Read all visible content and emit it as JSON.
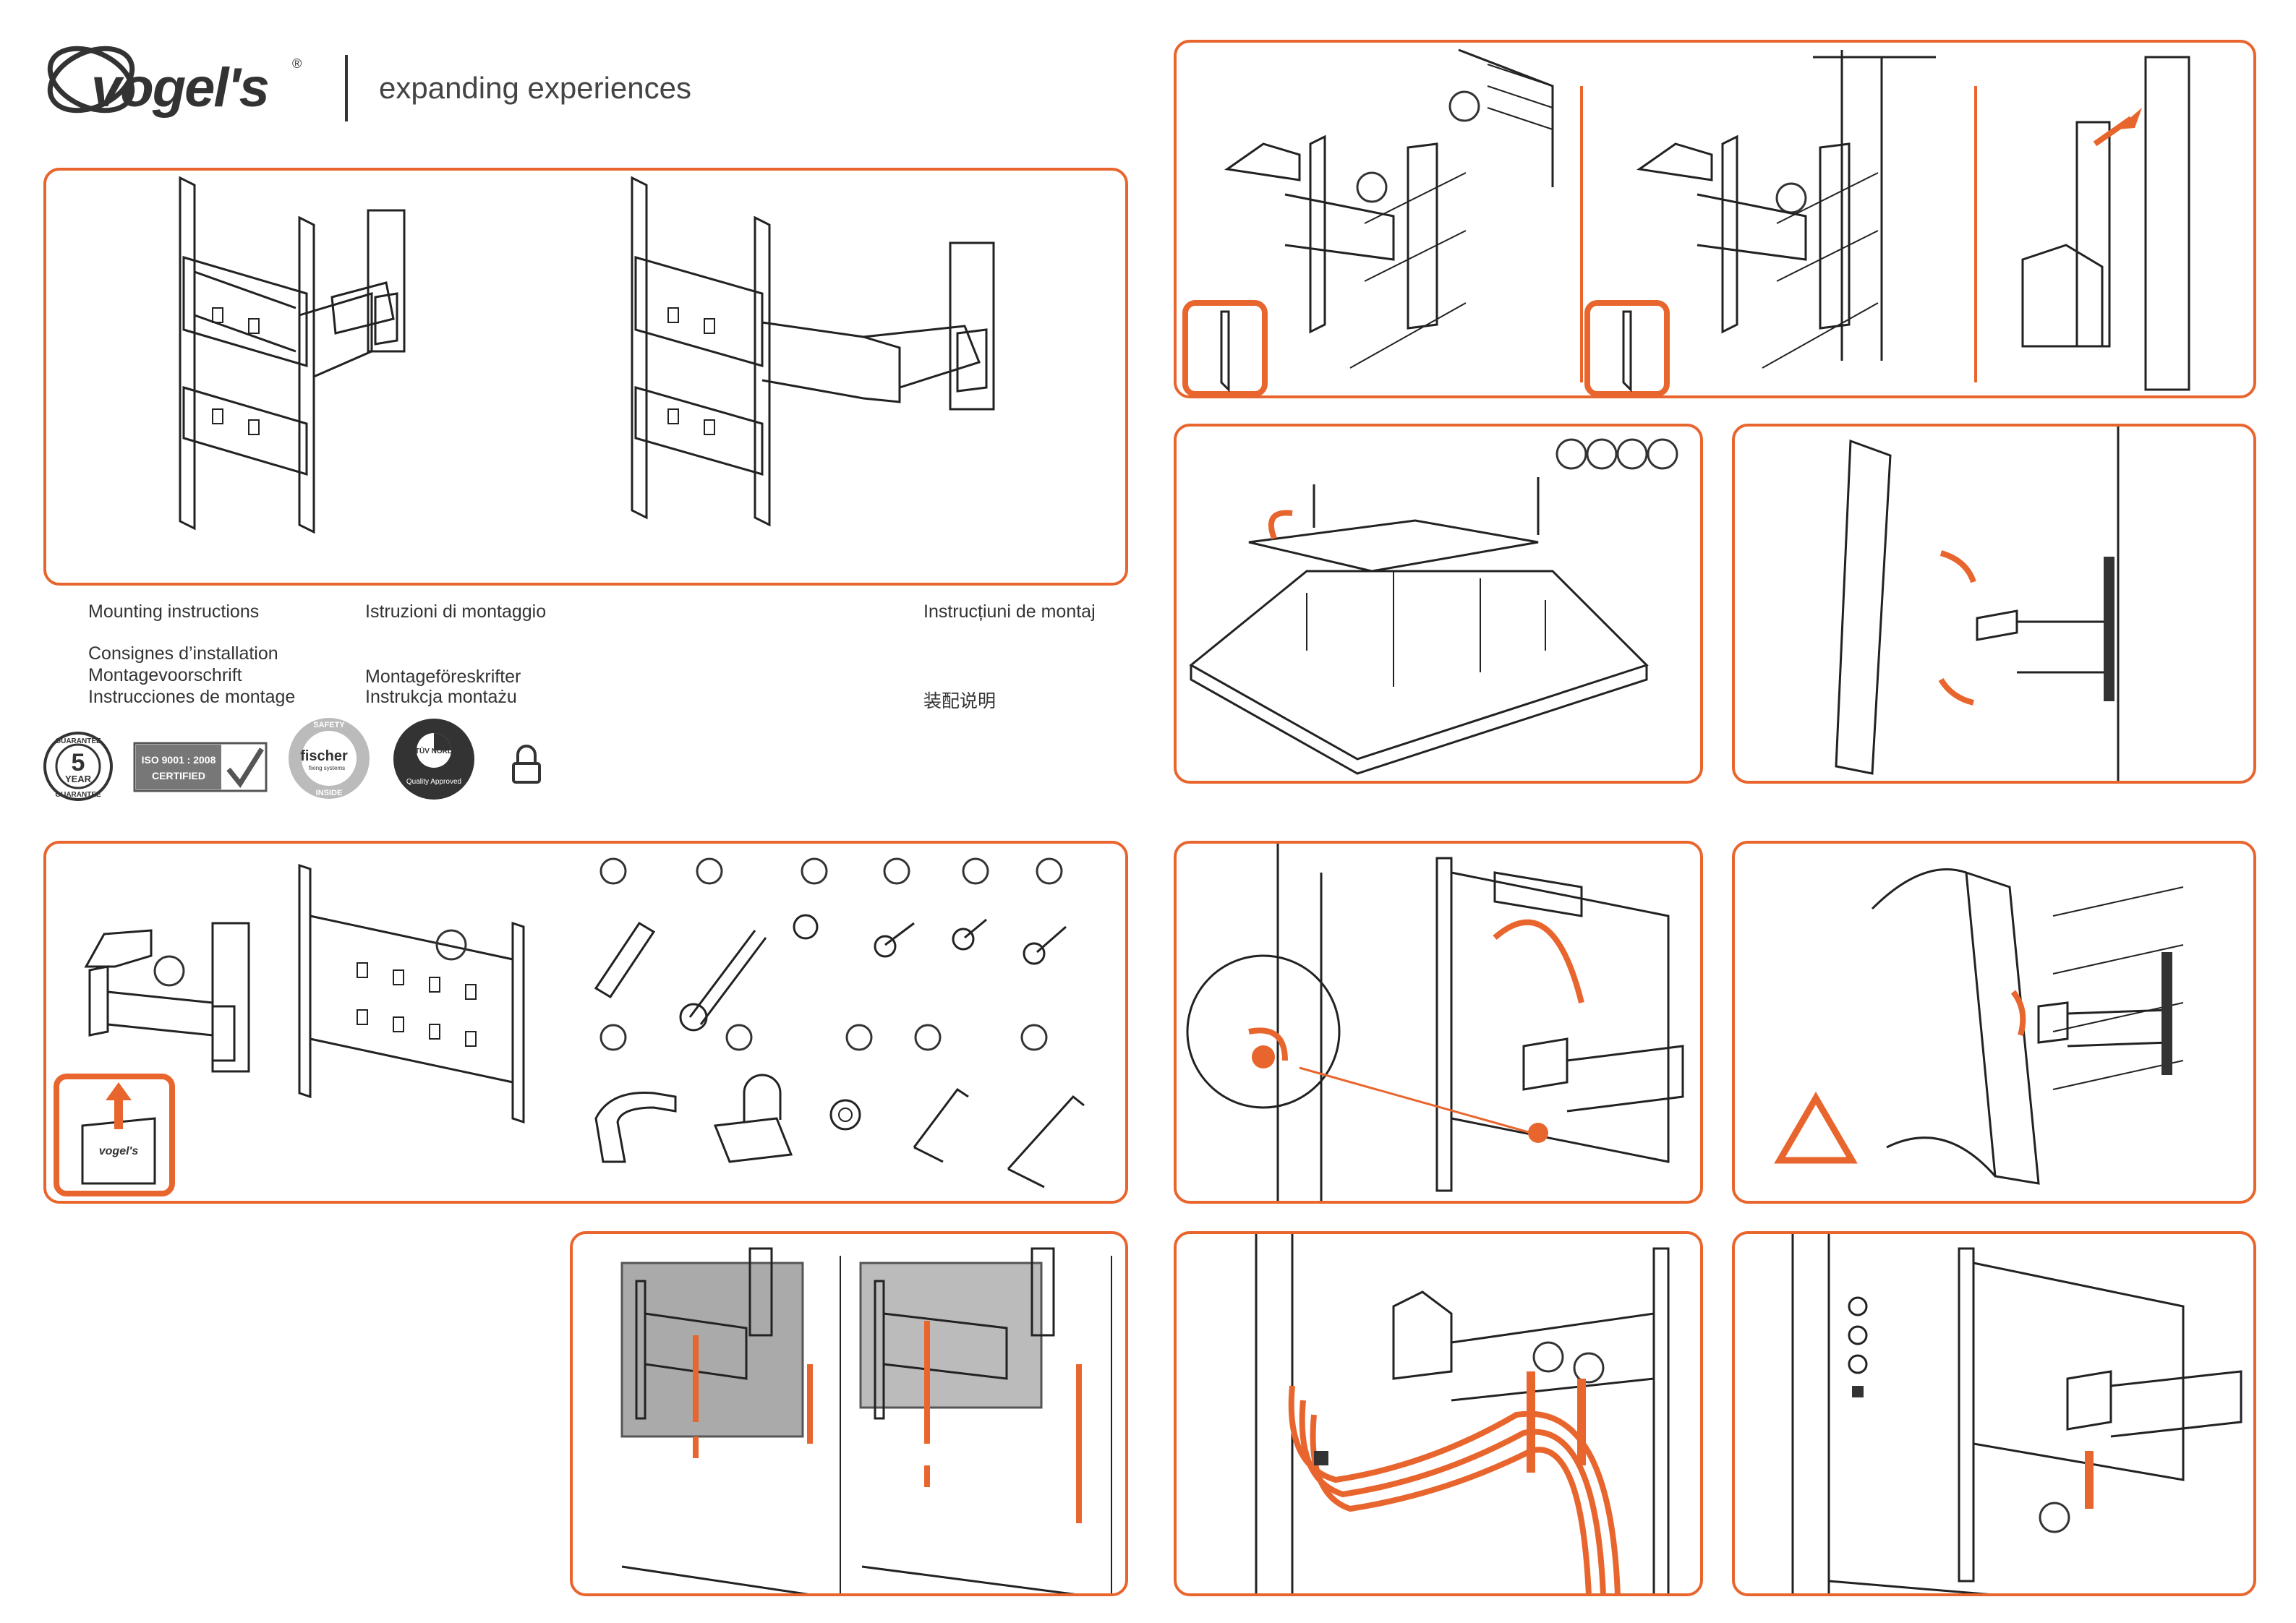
{
  "brand": {
    "logo_text": "vogel's",
    "registered_mark": "®",
    "tagline": "expanding experiences"
  },
  "languages": {
    "col1": [
      "Mounting instructions",
      "Consignes d’installation",
      "Montagevoorschrift",
      "Instrucciones de montage"
    ],
    "col2": [
      "Istruzioni di montaggio",
      "Montageföreskrifter",
      "Instrukcja montażu"
    ],
    "col3": [
      "Instrucțiuni de montaj",
      "装配说明"
    ]
  },
  "certifications": {
    "guarantee": {
      "top": "GUARANTEE",
      "number": "5",
      "unit": "YEAR",
      "bottom": "GUARANTEE"
    },
    "iso": {
      "line1": "ISO 9001 : 2008",
      "line2": "CERTIFIED"
    },
    "fischer": {
      "name": "fischer",
      "sub": "fixing systems",
      "ring_top": "SAFETY",
      "ring_bottom": "INSIDE"
    },
    "tuv": {
      "name": "TÜV NORD",
      "ring": "Quality Approved"
    },
    "lock_icon": "padlock-icon"
  },
  "packaging": {
    "label": "vogel's"
  },
  "colors": {
    "accent": "#e8662e",
    "line": "#222222"
  }
}
